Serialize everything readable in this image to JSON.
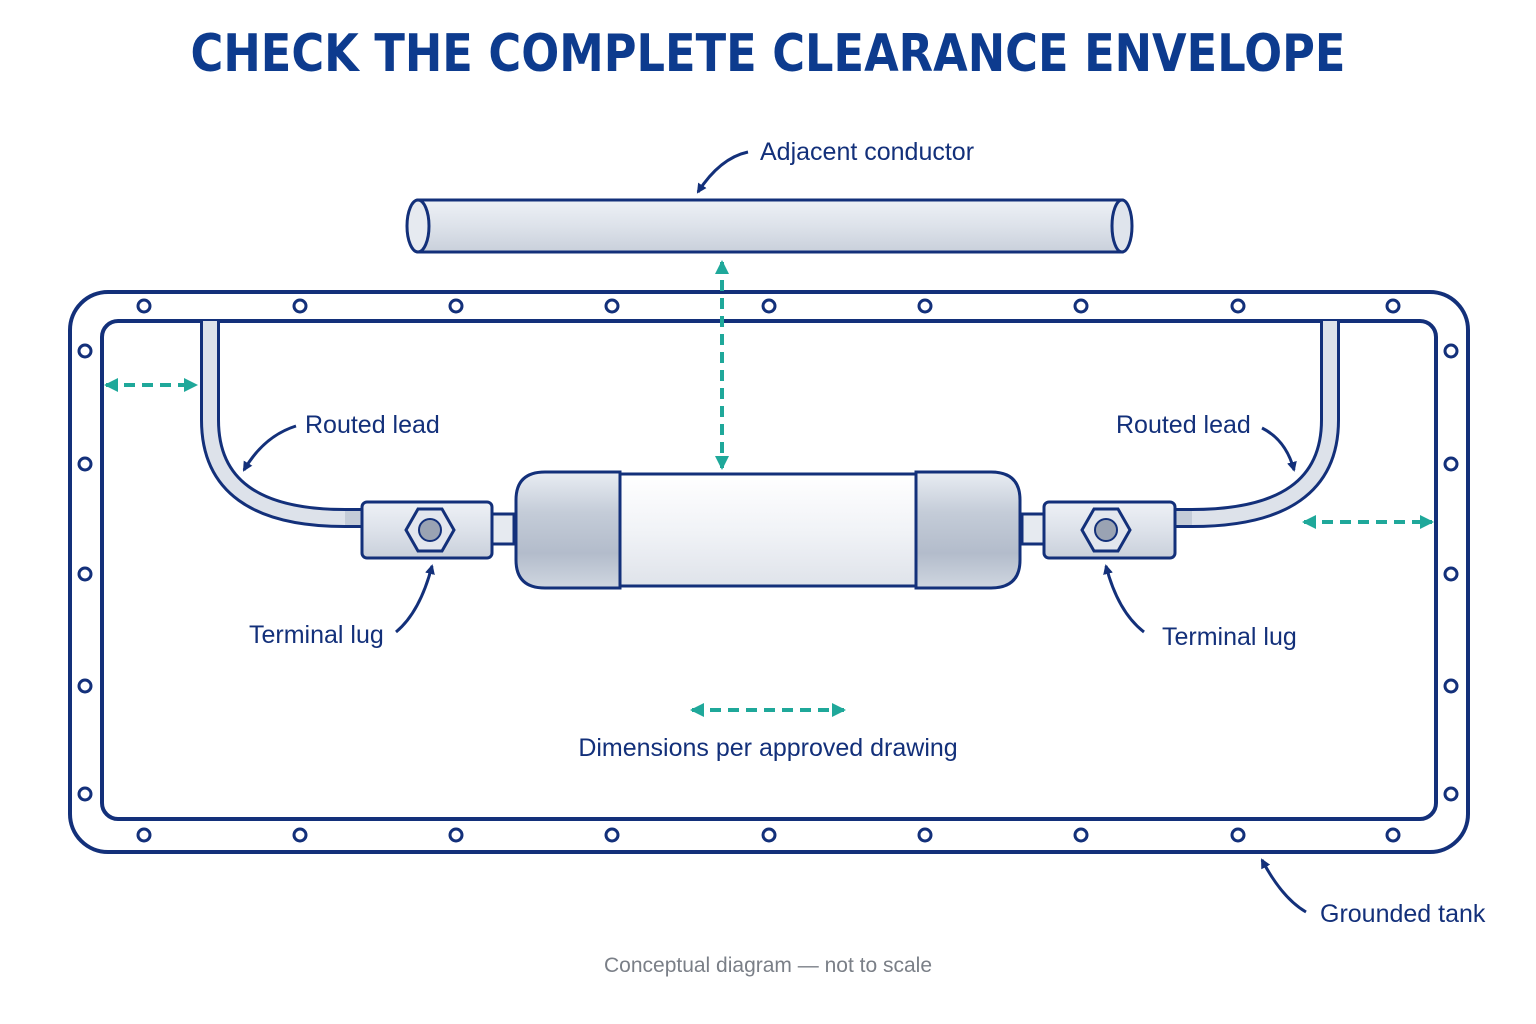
{
  "title": "CHECK THE COMPLETE CLEARANCE ENVELOPE",
  "labels": {
    "adjacent_conductor": "Adjacent conductor",
    "routed_lead_left": "Routed lead",
    "routed_lead_right": "Routed lead",
    "terminal_lug_left": "Terminal lug",
    "terminal_lug_right": "Terminal lug",
    "dimensions": "Dimensions per approved drawing",
    "grounded_tank": "Grounded tank"
  },
  "footnote": "Conceptual diagram — not to scale",
  "colors": {
    "outline": "#13307a",
    "dimension_arrow": "#1fa89a",
    "metal_fill": "#d5dbe5",
    "body_fill": "#f1f3f7"
  }
}
